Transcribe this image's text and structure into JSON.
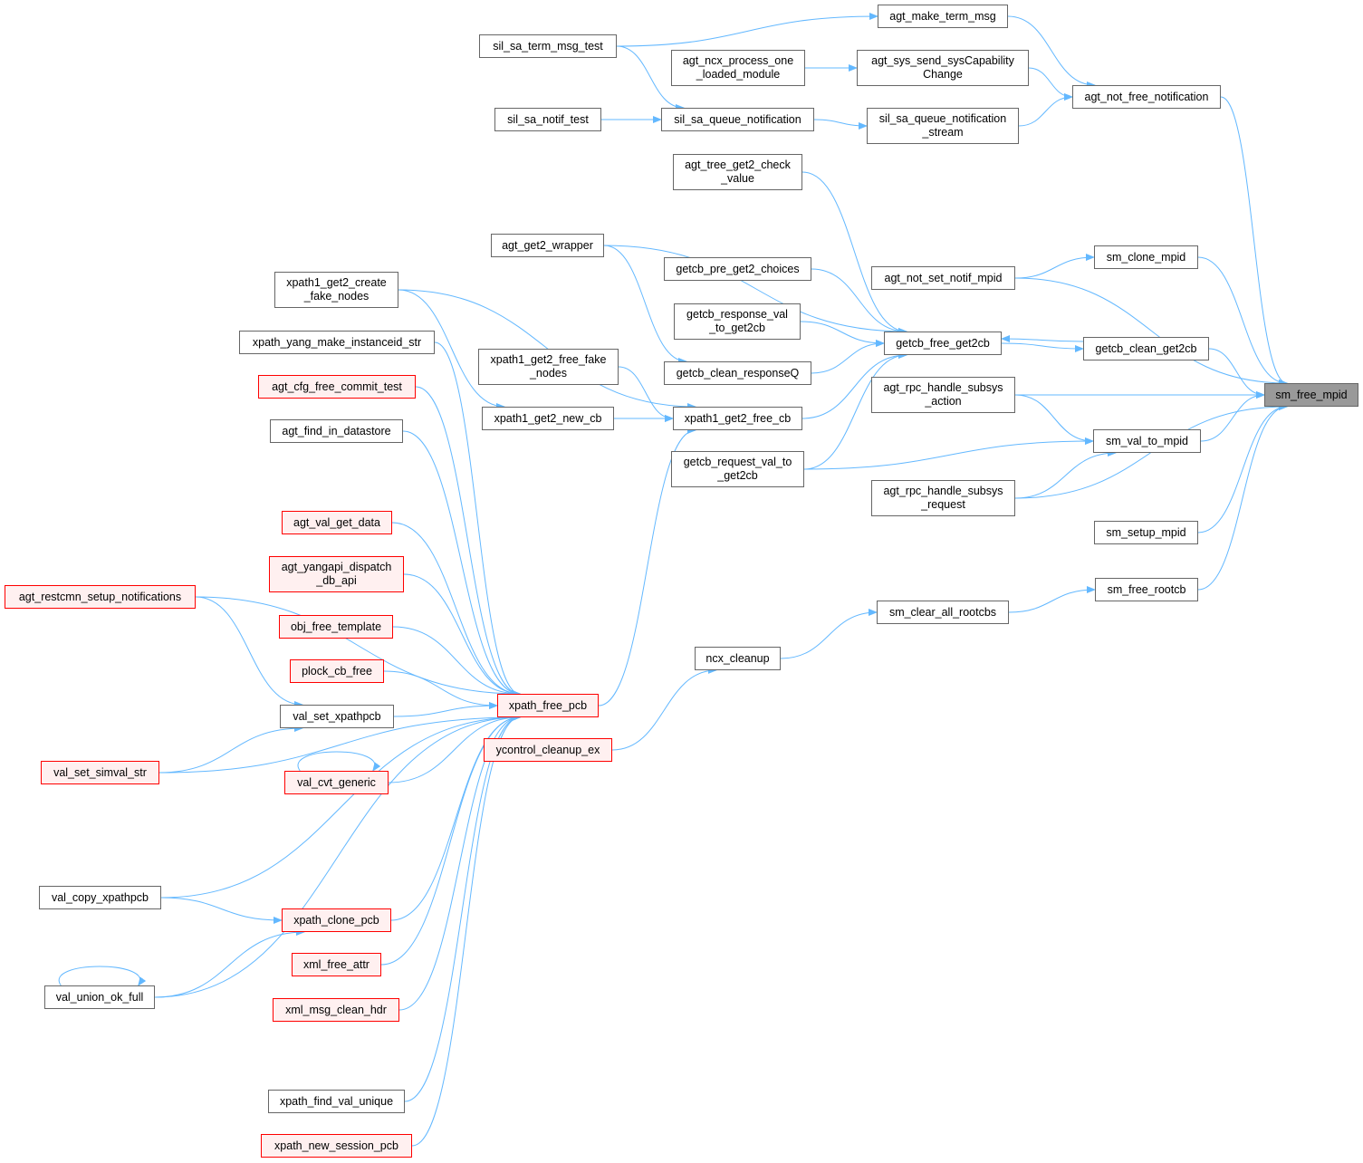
{
  "graph": {
    "type": "caller-graph",
    "colors": {
      "edge": "#63b8ff",
      "node_border": "#666666",
      "root_fill": "#999999",
      "incomplete_border": "#ff0000",
      "incomplete_fill": "#fff0f0"
    },
    "nodes": [
      {
        "id": "sm_free_mpid",
        "label": "sm_free_mpid",
        "style": "root"
      },
      {
        "id": "agt_not_free_notification",
        "label": "agt_not_free_notification",
        "style": "normal"
      },
      {
        "id": "agt_make_term_msg",
        "label": "agt_make_term_msg",
        "style": "normal"
      },
      {
        "id": "sil_sa_term_msg_test",
        "label": "sil_sa_term_msg_test",
        "style": "normal"
      },
      {
        "id": "agt_ncx_process_one_loaded_module",
        "label": "agt_ncx_process_one\n_loaded_module",
        "style": "normal"
      },
      {
        "id": "agt_sys_send_sysCapabilityChange",
        "label": "agt_sys_send_sysCapability\nChange",
        "style": "normal"
      },
      {
        "id": "sil_sa_notif_test",
        "label": "sil_sa_notif_test",
        "style": "normal"
      },
      {
        "id": "sil_sa_queue_notification",
        "label": "sil_sa_queue_notification",
        "style": "normal"
      },
      {
        "id": "sil_sa_queue_notification_stream",
        "label": "sil_sa_queue_notification\n_stream",
        "style": "normal"
      },
      {
        "id": "agt_tree_get2_check_value",
        "label": "agt_tree_get2_check\n_value",
        "style": "normal"
      },
      {
        "id": "agt_get2_wrapper",
        "label": "agt_get2_wrapper",
        "style": "normal"
      },
      {
        "id": "getcb_pre_get2_choices",
        "label": "getcb_pre_get2_choices",
        "style": "normal"
      },
      {
        "id": "agt_not_set_notif_mpid",
        "label": "agt_not_set_notif_mpid",
        "style": "normal"
      },
      {
        "id": "sm_clone_mpid",
        "label": "sm_clone_mpid",
        "style": "normal"
      },
      {
        "id": "xpath1_get2_create_fake_nodes",
        "label": "xpath1_get2_create\n_fake_nodes",
        "style": "normal"
      },
      {
        "id": "getcb_response_val_to_get2cb",
        "label": "getcb_response_val\n_to_get2cb",
        "style": "normal"
      },
      {
        "id": "getcb_free_get2cb",
        "label": "getcb_free_get2cb",
        "style": "normal"
      },
      {
        "id": "getcb_clean_get2cb",
        "label": "getcb_clean_get2cb",
        "style": "normal"
      },
      {
        "id": "xpath_yang_make_instanceid_str",
        "label": "xpath_yang_make_instanceid_str",
        "style": "normal"
      },
      {
        "id": "xpath1_get2_free_fake_nodes",
        "label": "xpath1_get2_free_fake\n_nodes",
        "style": "normal"
      },
      {
        "id": "getcb_clean_responseQ",
        "label": "getcb_clean_responseQ",
        "style": "normal"
      },
      {
        "id": "agt_cfg_free_commit_test",
        "label": "agt_cfg_free_commit_test",
        "style": "red"
      },
      {
        "id": "agt_rpc_handle_subsys_action",
        "label": "agt_rpc_handle_subsys\n_action",
        "style": "normal"
      },
      {
        "id": "xpath1_get2_new_cb",
        "label": "xpath1_get2_new_cb",
        "style": "normal"
      },
      {
        "id": "xpath1_get2_free_cb",
        "label": "xpath1_get2_free_cb",
        "style": "normal"
      },
      {
        "id": "sm_val_to_mpid",
        "label": "sm_val_to_mpid",
        "style": "normal"
      },
      {
        "id": "agt_find_in_datastore",
        "label": "agt_find_in_datastore",
        "style": "normal"
      },
      {
        "id": "getcb_request_val_to_get2cb",
        "label": "getcb_request_val_to\n_get2cb",
        "style": "normal"
      },
      {
        "id": "agt_rpc_handle_subsys_request",
        "label": "agt_rpc_handle_subsys\n_request",
        "style": "normal"
      },
      {
        "id": "agt_val_get_data",
        "label": "agt_val_get_data",
        "style": "red"
      },
      {
        "id": "sm_setup_mpid",
        "label": "sm_setup_mpid",
        "style": "normal"
      },
      {
        "id": "agt_yangapi_dispatch_db_api",
        "label": "agt_yangapi_dispatch\n_db_api",
        "style": "red"
      },
      {
        "id": "agt_restcmn_setup_notifications",
        "label": "agt_restcmn_setup_notifications",
        "style": "red"
      },
      {
        "id": "sm_free_rootcb",
        "label": "sm_free_rootcb",
        "style": "normal"
      },
      {
        "id": "sm_clear_all_rootcbs",
        "label": "sm_clear_all_rootcbs",
        "style": "normal"
      },
      {
        "id": "obj_free_template",
        "label": "obj_free_template",
        "style": "red"
      },
      {
        "id": "ncx_cleanup",
        "label": "ncx_cleanup",
        "style": "normal"
      },
      {
        "id": "plock_cb_free",
        "label": "plock_cb_free",
        "style": "red"
      },
      {
        "id": "xpath_free_pcb",
        "label": "xpath_free_pcb",
        "style": "red"
      },
      {
        "id": "val_set_xpathpcb",
        "label": "val_set_xpathpcb",
        "style": "normal"
      },
      {
        "id": "ycontrol_cleanup_ex",
        "label": "ycontrol_cleanup_ex",
        "style": "red"
      },
      {
        "id": "val_set_simval_str",
        "label": "val_set_simval_str",
        "style": "red"
      },
      {
        "id": "val_cvt_generic",
        "label": "val_cvt_generic",
        "style": "red"
      },
      {
        "id": "val_copy_xpathpcb",
        "label": "val_copy_xpathpcb",
        "style": "normal"
      },
      {
        "id": "xpath_clone_pcb",
        "label": "xpath_clone_pcb",
        "style": "red"
      },
      {
        "id": "xml_free_attr",
        "label": "xml_free_attr",
        "style": "red"
      },
      {
        "id": "val_union_ok_full",
        "label": "val_union_ok_full",
        "style": "normal"
      },
      {
        "id": "xml_msg_clean_hdr",
        "label": "xml_msg_clean_hdr",
        "style": "red"
      },
      {
        "id": "xpath_find_val_unique",
        "label": "xpath_find_val_unique",
        "style": "normal"
      },
      {
        "id": "xpath_new_session_pcb",
        "label": "xpath_new_session_pcb",
        "style": "red"
      }
    ],
    "edges": [
      [
        "agt_not_free_notification",
        "sm_free_mpid"
      ],
      [
        "agt_make_term_msg",
        "agt_not_free_notification"
      ],
      [
        "sil_sa_term_msg_test",
        "agt_make_term_msg"
      ],
      [
        "sil_sa_term_msg_test",
        "sil_sa_queue_notification"
      ],
      [
        "agt_ncx_process_one_loaded_module",
        "agt_sys_send_sysCapabilityChange"
      ],
      [
        "agt_sys_send_sysCapabilityChange",
        "agt_not_free_notification"
      ],
      [
        "sil_sa_notif_test",
        "sil_sa_queue_notification"
      ],
      [
        "sil_sa_queue_notification",
        "sil_sa_queue_notification_stream"
      ],
      [
        "sil_sa_queue_notification_stream",
        "agt_not_free_notification"
      ],
      [
        "agt_tree_get2_check_value",
        "getcb_free_get2cb"
      ],
      [
        "agt_get2_wrapper",
        "getcb_free_get2cb"
      ],
      [
        "agt_get2_wrapper",
        "getcb_clean_responseQ"
      ],
      [
        "getcb_pre_get2_choices",
        "getcb_free_get2cb"
      ],
      [
        "getcb_response_val_to_get2cb",
        "getcb_free_get2cb"
      ],
      [
        "getcb_clean_responseQ",
        "getcb_free_get2cb"
      ],
      [
        "xpath1_get2_free_cb",
        "getcb_free_get2cb"
      ],
      [
        "getcb_request_val_to_get2cb",
        "getcb_free_get2cb"
      ],
      [
        "getcb_free_get2cb",
        "getcb_clean_get2cb"
      ],
      [
        "getcb_clean_get2cb",
        "getcb_free_get2cb"
      ],
      [
        "getcb_clean_get2cb",
        "sm_free_mpid"
      ],
      [
        "agt_not_set_notif_mpid",
        "sm_clone_mpid"
      ],
      [
        "agt_not_set_notif_mpid",
        "sm_free_mpid"
      ],
      [
        "sm_clone_mpid",
        "sm_free_mpid"
      ],
      [
        "agt_rpc_handle_subsys_action",
        "sm_free_mpid"
      ],
      [
        "agt_rpc_handle_subsys_action",
        "sm_val_to_mpid"
      ],
      [
        "sm_val_to_mpid",
        "sm_free_mpid"
      ],
      [
        "getcb_request_val_to_get2cb",
        "sm_val_to_mpid"
      ],
      [
        "agt_rpc_handle_subsys_request",
        "sm_val_to_mpid"
      ],
      [
        "agt_rpc_handle_subsys_request",
        "sm_free_mpid"
      ],
      [
        "sm_setup_mpid",
        "sm_free_mpid"
      ],
      [
        "sm_free_rootcb",
        "sm_free_mpid"
      ],
      [
        "sm_clear_all_rootcbs",
        "sm_free_rootcb"
      ],
      [
        "ncx_cleanup",
        "sm_clear_all_rootcbs"
      ],
      [
        "ycontrol_cleanup_ex",
        "ncx_cleanup"
      ],
      [
        "xpath1_get2_create_fake_nodes",
        "xpath1_get2_new_cb"
      ],
      [
        "xpath1_get2_create_fake_nodes",
        "xpath1_get2_free_cb"
      ],
      [
        "xpath1_get2_free_fake_nodes",
        "xpath1_get2_free_cb"
      ],
      [
        "xpath1_get2_new_cb",
        "xpath1_get2_free_cb"
      ],
      [
        "xpath_free_pcb",
        "xpath1_get2_free_cb"
      ],
      [
        "xpath_yang_make_instanceid_str",
        "xpath_free_pcb"
      ],
      [
        "agt_cfg_free_commit_test",
        "xpath_free_pcb"
      ],
      [
        "agt_find_in_datastore",
        "xpath_free_pcb"
      ],
      [
        "agt_restcmn_setup_notifications",
        "xpath_free_pcb"
      ],
      [
        "agt_val_get_data",
        "xpath_free_pcb"
      ],
      [
        "agt_yangapi_dispatch_db_api",
        "xpath_free_pcb"
      ],
      [
        "obj_free_template",
        "xpath_free_pcb"
      ],
      [
        "plock_cb_free",
        "xpath_free_pcb"
      ],
      [
        "val_set_xpathpcb",
        "xpath_free_pcb"
      ],
      [
        "val_cvt_generic",
        "xpath_free_pcb"
      ],
      [
        "val_set_simval_str",
        "xpath_free_pcb"
      ],
      [
        "val_copy_xpathpcb",
        "xpath_free_pcb"
      ],
      [
        "xpath_clone_pcb",
        "xpath_free_pcb"
      ],
      [
        "xml_free_attr",
        "xpath_free_pcb"
      ],
      [
        "val_union_ok_full",
        "xpath_free_pcb"
      ],
      [
        "xml_msg_clean_hdr",
        "xpath_free_pcb"
      ],
      [
        "xpath_find_val_unique",
        "xpath_free_pcb"
      ],
      [
        "xpath_new_session_pcb",
        "xpath_free_pcb"
      ],
      [
        "agt_restcmn_setup_notifications",
        "val_set_xpathpcb"
      ],
      [
        "val_set_simval_str",
        "val_set_xpathpcb"
      ],
      [
        "val_cvt_generic",
        "val_cvt_generic"
      ],
      [
        "val_copy_xpathpcb",
        "xpath_clone_pcb"
      ],
      [
        "val_union_ok_full",
        "xpath_clone_pcb"
      ],
      [
        "val_union_ok_full",
        "val_union_ok_full"
      ]
    ]
  }
}
